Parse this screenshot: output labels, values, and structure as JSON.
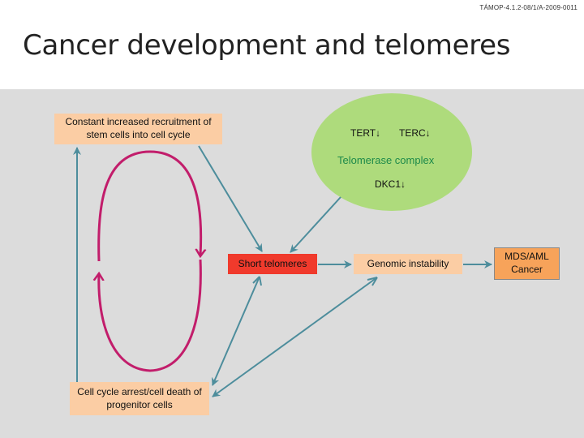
{
  "header": {
    "code": "TÁMOP-4.1.2-08/1/A-2009-0011"
  },
  "slide": {
    "title": "Cancer development and telomeres"
  },
  "diagram": {
    "recruitment": "Constant increased recruitment of stem cells into cell cycle",
    "arrest": "Cell cycle arrest/cell death of progenitor cells",
    "short_telomeres": "Short telomeres",
    "genomic_instability": "Genomic instability",
    "outcome": "MDS/AML Cancer",
    "telomerase": {
      "tert": "TERT↓",
      "terc": "TERC↓",
      "complex": "Telomerase complex",
      "dkc1": "DKC1↓"
    }
  },
  "colors": {
    "arrow_teal": "#4d8d9c",
    "cycle_magenta": "#c21d6b",
    "peach": "#fbcda4",
    "red": "#f03a2c",
    "orange": "#f7a35a",
    "green": "#aedb7c",
    "panel_gray": "#dcdcdc",
    "complex_text": "#1d8a4a"
  }
}
